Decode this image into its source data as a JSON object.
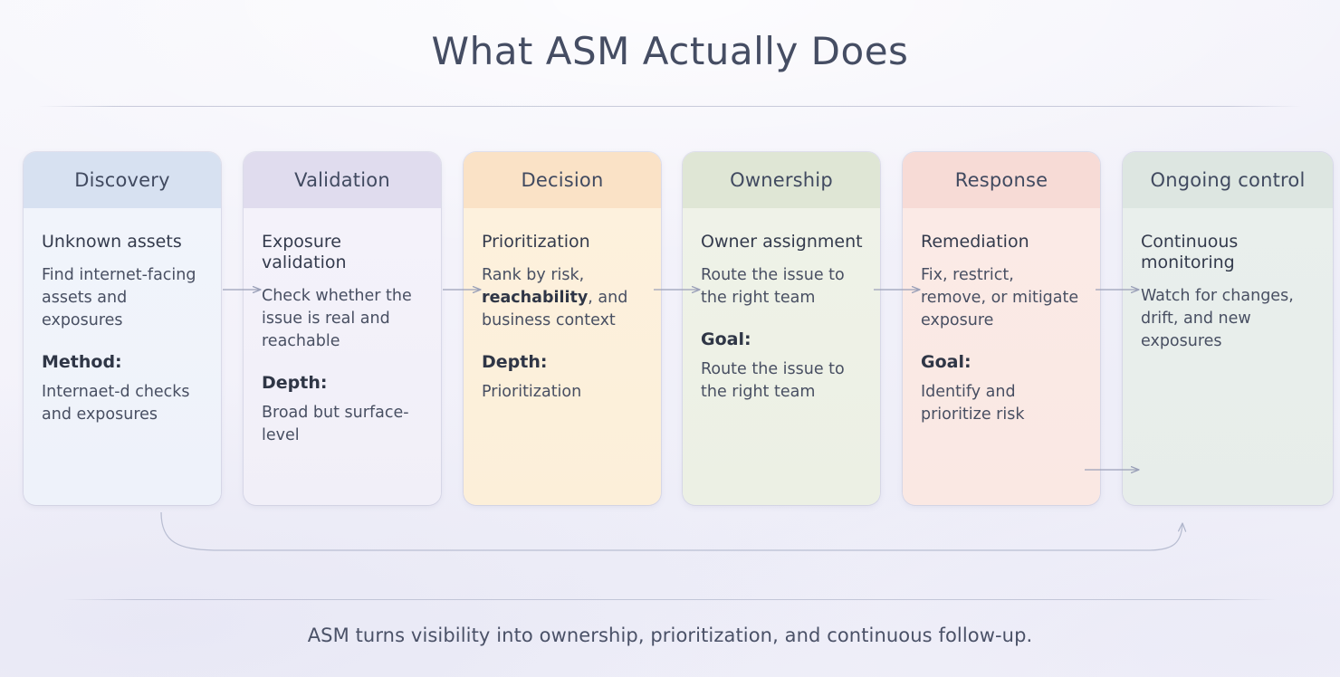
{
  "page": {
    "title": "What ASM Actually Does",
    "footer_note": "ASM turns visibility into ownership, prioritization, and continuous follow-up."
  },
  "theme": {
    "background": "#f3f2fa",
    "title_color": "#454d63",
    "rule_color": "#a0a6be",
    "arrow_color": "#9aa0b8"
  },
  "stages": [
    {
      "id": "discovery",
      "header": "Discovery",
      "label": "Unknown assets",
      "description": "Find internet-facing assets and exposures",
      "meta_key": "Method:",
      "meta_value": "Internaet-d checks and exposures",
      "accent": "#d7e1f1",
      "body_tint": "#f1f4fb"
    },
    {
      "id": "validation",
      "header": "Validation",
      "label": "Exposure validation",
      "description": "Check whether the issue is real and reachable",
      "meta_key": "Depth:",
      "meta_value": "Broad but surface-level",
      "accent": "#e0dcee",
      "body_tint": "#f4f2fa"
    },
    {
      "id": "decision",
      "header": "Decision",
      "label": "Prioritization",
      "description_parts": [
        {
          "text": "Rank by risk, ",
          "bold": false
        },
        {
          "text": "reachability",
          "bold": true
        },
        {
          "text": ", and business context",
          "bold": false
        }
      ],
      "description": "Rank by risk, reachability, and business context",
      "meta_key": "Depth:",
      "meta_value": "Prioritization",
      "accent": "#fae2c6",
      "body_tint": "#fdf1dd"
    },
    {
      "id": "ownership",
      "header": "Ownership",
      "label": "Owner assignment",
      "description": "Route the issue to the right team",
      "meta_key": "Goal:",
      "meta_value": "Route the issue to the right team",
      "accent": "#dfe6d5",
      "body_tint": "#eff2e8"
    },
    {
      "id": "response",
      "header": "Response",
      "label": "Remediation",
      "description": "Fix, restrict, remove, or mitigate exposure",
      "meta_key": "Goal:",
      "meta_value": "Identify and prioritize risk",
      "accent": "#f7dbd6",
      "body_tint": "#fbeae6"
    },
    {
      "id": "ongoing-control",
      "header": "Ongoing control",
      "label": "Continuous monitoring",
      "description": "Watch for changes, drift, and new exposures",
      "meta_key": "",
      "meta_value": "",
      "accent": "#dde6e1",
      "body_tint": "#e9efec"
    }
  ],
  "connectors": {
    "between_stages": 5,
    "secondary_arrow": "response-to-ongoing-control",
    "feedback_loop": "ongoing-control-back-to-discovery"
  }
}
